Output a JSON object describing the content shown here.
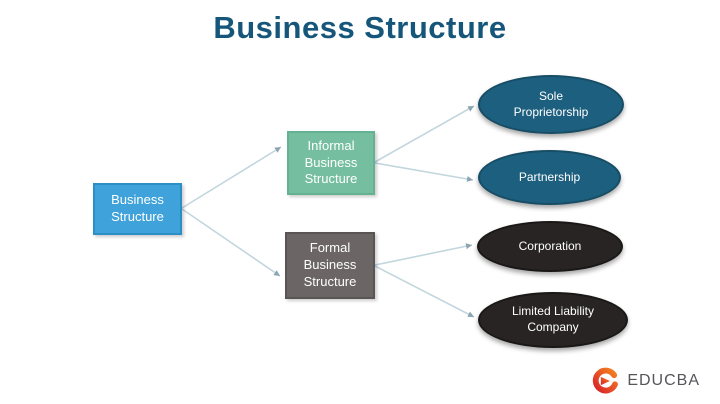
{
  "title": "Business Structure",
  "diagram": {
    "nodes": {
      "root": {
        "label": "Business\nStructure",
        "shape": "rect",
        "color": "#3fa2da"
      },
      "informal": {
        "label": "Informal\nBusiness\nStructure",
        "shape": "rect",
        "color": "#75bfa0"
      },
      "formal": {
        "label": "Formal\nBusiness\nStructure",
        "shape": "rect",
        "color": "#6b6565"
      },
      "sole_proprietorship": {
        "label": "Sole\nProprietorship",
        "shape": "ellipse",
        "color": "#1d5f7e"
      },
      "partnership": {
        "label": "Partnership",
        "shape": "ellipse",
        "color": "#1d5f7e"
      },
      "corporation": {
        "label": "Corporation",
        "shape": "ellipse",
        "color": "#282424"
      },
      "limited_liability_company": {
        "label": "Limited Liability\nCompany",
        "shape": "ellipse",
        "color": "#282424"
      }
    },
    "edges": [
      {
        "from": "root",
        "to": "informal"
      },
      {
        "from": "root",
        "to": "formal"
      },
      {
        "from": "informal",
        "to": "sole_proprietorship"
      },
      {
        "from": "informal",
        "to": "partnership"
      },
      {
        "from": "formal",
        "to": "corporation"
      },
      {
        "from": "formal",
        "to": "limited_liability_company"
      }
    ]
  },
  "branding": {
    "logo_text": "EDUCBA",
    "logo_red": "#d9222a",
    "logo_orange": "#f58220",
    "text_color": "#56565a"
  },
  "colors": {
    "title": "#15567a",
    "connector": "#c2d6de",
    "arrowhead": "#8aa4b0",
    "background": "#ffffff"
  }
}
